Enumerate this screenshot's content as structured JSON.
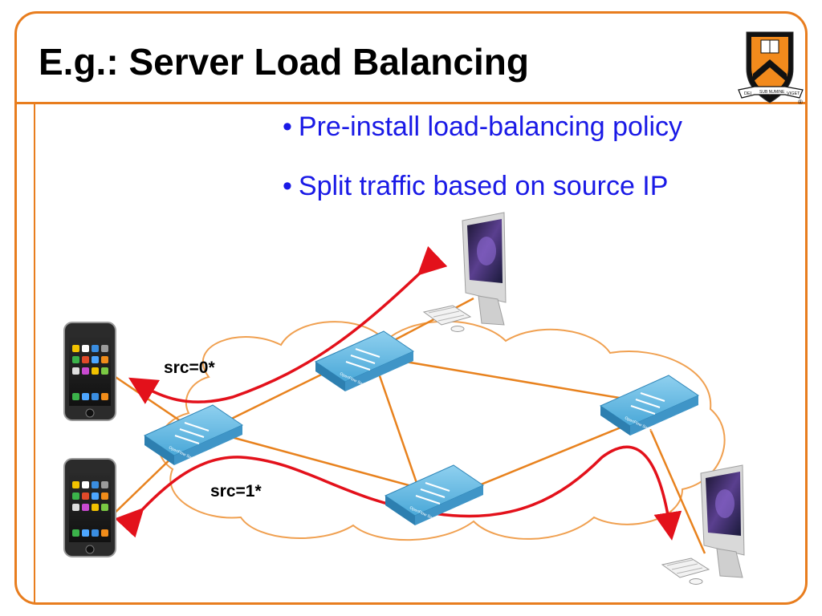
{
  "slide": {
    "title": "E.g.: Server Load Balancing",
    "bullets": [
      "Pre-install load-balancing policy",
      "Split traffic based on source IP"
    ],
    "logo": {
      "icon": "princeton-shield-icon",
      "banner_words": [
        "DEI",
        "SUB NUMINE",
        "VIGET"
      ],
      "registered_mark": "®"
    }
  },
  "diagram": {
    "labels": {
      "src0": "src=0*",
      "src1": "src=1*"
    },
    "switch_caption": "OpenFlow Switch",
    "nodes": [
      {
        "id": "phone-top",
        "icon": "smartphone-icon"
      },
      {
        "id": "phone-bottom",
        "icon": "smartphone-icon"
      },
      {
        "id": "switch-ingress",
        "icon": "openflow-switch-icon"
      },
      {
        "id": "switch-top",
        "icon": "openflow-switch-icon"
      },
      {
        "id": "switch-bottom",
        "icon": "openflow-switch-icon"
      },
      {
        "id": "switch-right",
        "icon": "openflow-switch-icon"
      },
      {
        "id": "server-top",
        "icon": "desktop-computer-icon"
      },
      {
        "id": "server-bottom",
        "icon": "desktop-computer-icon"
      },
      {
        "id": "network-cloud",
        "icon": "cloud-icon"
      }
    ],
    "flows": [
      {
        "id": "flow-src0",
        "label_ref": "src0",
        "color": "#e3111b"
      },
      {
        "id": "flow-src1",
        "label_ref": "src1",
        "color": "#e3111b"
      }
    ],
    "link_color": "#e8821e"
  },
  "colors": {
    "accent": "#e87d1e",
    "bullet_text": "#1a1ae6",
    "flow_arrow": "#e3111b",
    "switch_face": "#5fb5df",
    "cloud_outline": "#f0a050"
  }
}
